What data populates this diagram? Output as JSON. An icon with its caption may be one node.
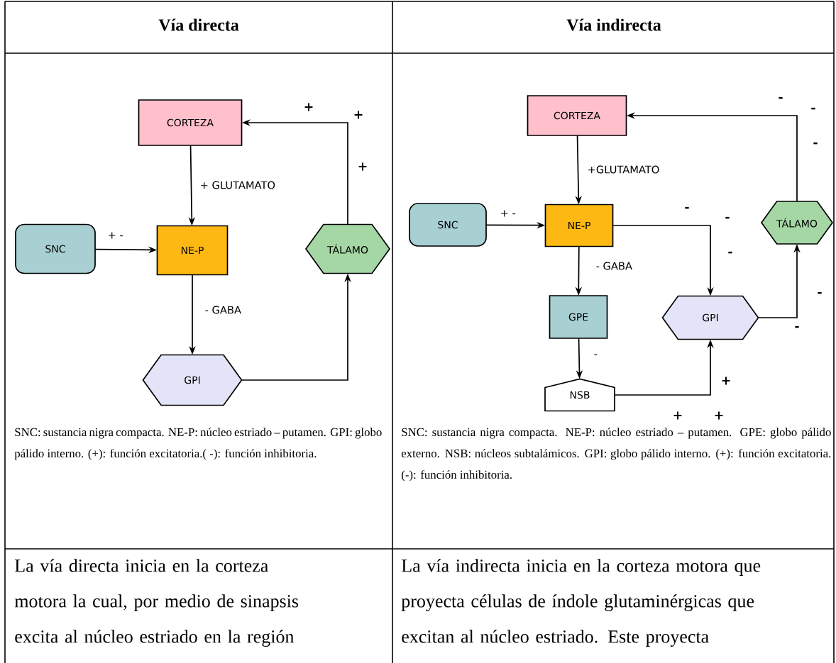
{
  "diagram": {
    "nodes": [
      {
        "text": [
          "CORTEZA"
        ]
      },
      {
        "text": [
          "SNC"
        ]
      },
      {
        "text": [
          "NE-P"
        ]
      },
      {
        "text": [
          "TÁLAMO"
        ]
      },
      {
        "text": [
          "GPI"
        ]
      },
      {
        "text": [
          "CORTEZA"
        ]
      },
      {
        "text": [
          "SNC"
        ]
      },
      {
        "text": [
          "NE-P"
        ]
      },
      {
        "text": [
          "TÁLAMO"
        ]
      },
      {
        "text": [
          "GPE"
        ]
      },
      {
        "text": [
          "GPI"
        ]
      },
      {
        "text": [
          "NSB"
        ]
      }
    ],
    "edges": [
      {
        "from": 0,
        "to": 2,
        "arrow": "to",
        "label": "+ GLUTAMATO"
      },
      {
        "from": 1,
        "to": 2,
        "arrow": "to",
        "label": "+ -"
      },
      {
        "from": 2,
        "to": 4,
        "arrow": "to",
        "label": "- GABA"
      },
      {
        "from": 4,
        "to": 3,
        "arrow": "to"
      },
      {
        "from": 3,
        "to": 0,
        "arrow": "to"
      },
      {
        "from": 5,
        "to": 7,
        "arrow": "to",
        "label": "+GLUTAMATO"
      },
      {
        "from": 6,
        "to": 7,
        "arrow": "to",
        "label": "+ -"
      },
      {
        "from": 7,
        "to": 9,
        "arrow": "to",
        "label": "- GABA"
      },
      {
        "from": 7,
        "to": 10,
        "arrow": "to"
      },
      {
        "from": 9,
        "to": 11,
        "arrow": "to",
        "label": "-"
      },
      {
        "from": 11,
        "to": 10,
        "arrow": "to"
      },
      {
        "from": 10,
        "to": 8,
        "arrow": "to"
      },
      {
        "from": 8,
        "to": 5,
        "arrow": "to"
      }
    ],
    "labels": [
      "Vía directa",
      "Vía indirecta",
      "+",
      "+",
      "+",
      "-",
      "-",
      "-",
      "-",
      "-",
      "-",
      "-",
      "-",
      "+",
      "+",
      "+",
      "SNC: sustancia nigra compacta. NE-P: núcleo estriado – putamen. GPI: globo pálido interno. (+): función excitatoria.( -): función inhibitoria.",
      "SNC: sustancia nigra compacta. NE-P: núcleo estriado – putamen. GPE: globo pálido externo. NSB: núcleos subtalámicos. GPI: globo pálido interno. (+): función excitatoria. (-): función inhibitoria.",
      "La vía directa inicia en la corteza motora la cual, por medio de sinapsis excita al núcleo estriado en la región",
      "La vía indirecta inicia en la corteza motora que proyecta células de índole glutaminérgicas que excitan al núcleo estriado. Este proyecta"
    ]
  }
}
